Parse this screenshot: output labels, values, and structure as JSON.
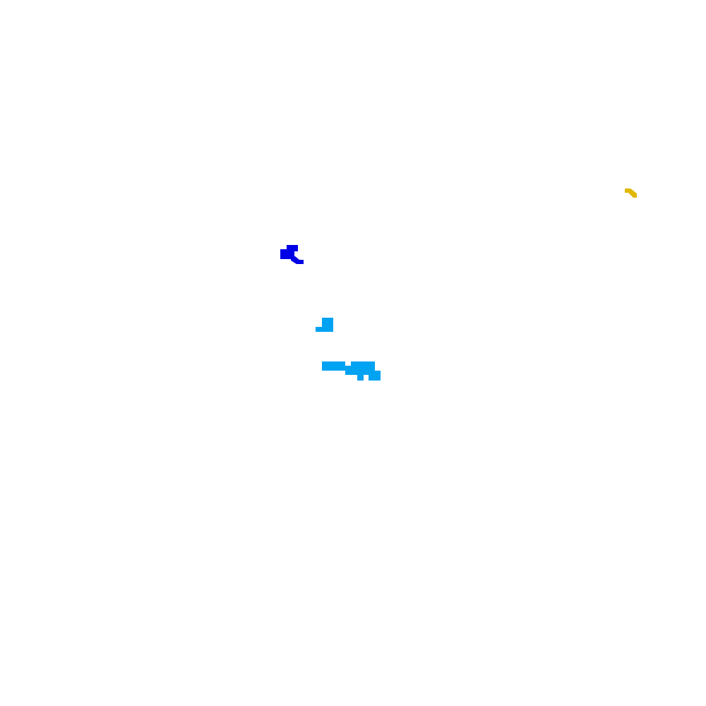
{
  "colors": {
    "background": "#ffffff",
    "navy_blue": "#0000e6",
    "sky_blue": "#00a2f2",
    "gold": "#e0b800"
  },
  "shapes": [
    {
      "name": "gold-stroke-shape",
      "color": "gold"
    },
    {
      "name": "navy-blue-shape",
      "color": "navy_blue"
    },
    {
      "name": "sky-blue-small-shape",
      "color": "sky_blue"
    },
    {
      "name": "sky-blue-cluster-shape",
      "color": "sky_blue"
    }
  ]
}
